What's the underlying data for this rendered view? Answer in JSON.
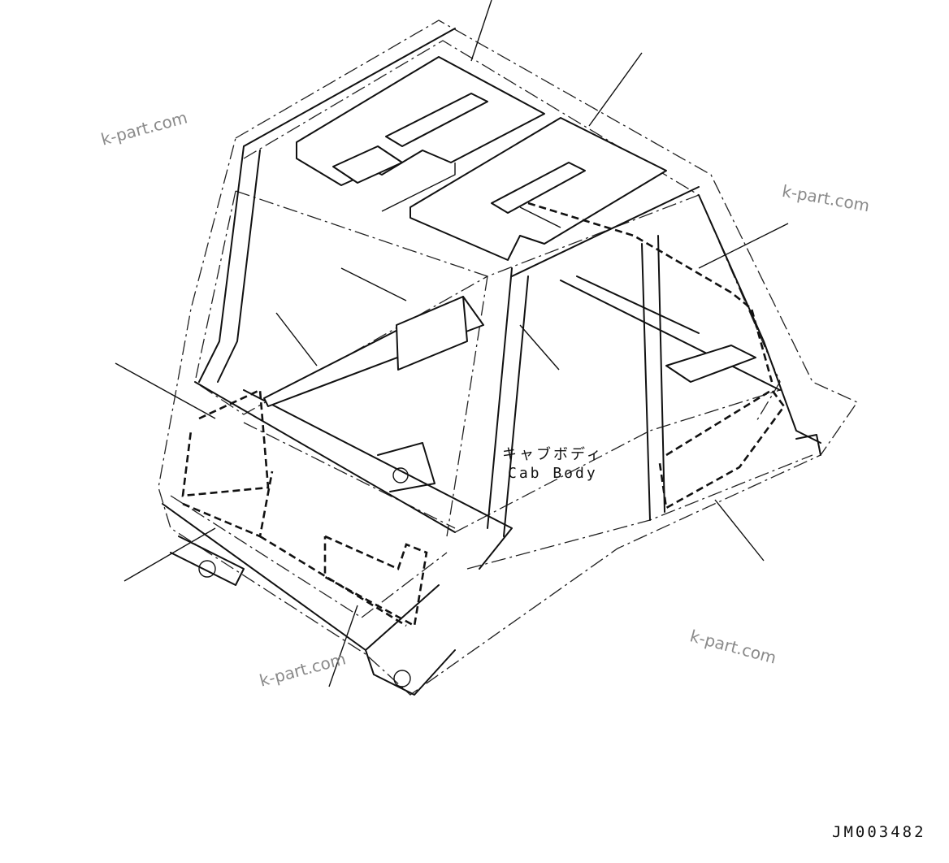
{
  "diagram": {
    "label_jp": "キャブボディ",
    "label_en": "Cab Body",
    "drawing_code": "JM003482",
    "watermarks": [
      "k-part.com",
      "k-part.com",
      "k-part.com",
      "k-part.com"
    ]
  }
}
